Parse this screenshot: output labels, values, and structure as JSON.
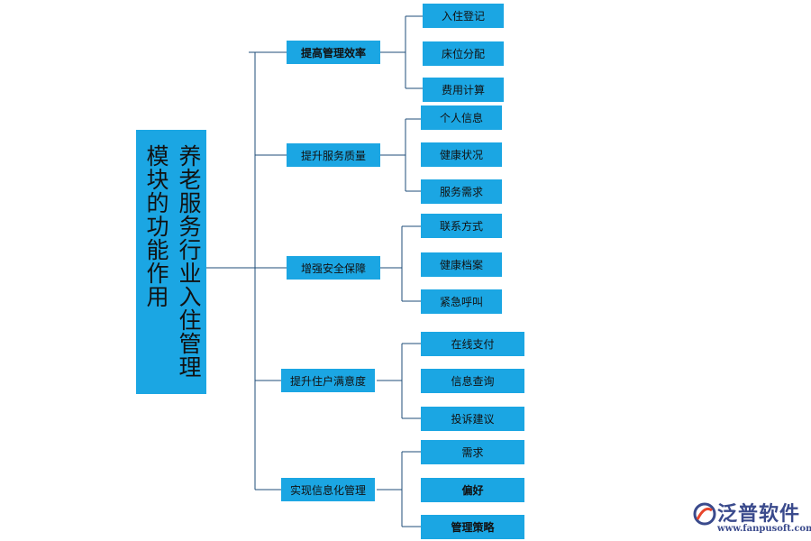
{
  "root": {
    "label": "养老服务行业入住管理模块的功能作用"
  },
  "branches": [
    {
      "label": "提高管理效率",
      "bold": true,
      "children": [
        {
          "label": "入住登记"
        },
        {
          "label": "床位分配"
        },
        {
          "label": "费用计算"
        }
      ]
    },
    {
      "label": "提升服务质量",
      "bold": false,
      "children": [
        {
          "label": "个人信息"
        },
        {
          "label": "健康状况"
        },
        {
          "label": "服务需求"
        }
      ]
    },
    {
      "label": "增强安全保障",
      "bold": false,
      "children": [
        {
          "label": "联系方式"
        },
        {
          "label": "健康档案"
        },
        {
          "label": "紧急呼叫"
        }
      ]
    },
    {
      "label": "提升住户满意度",
      "bold": false,
      "children": [
        {
          "label": "在线支付"
        },
        {
          "label": "信息查询"
        },
        {
          "label": "投诉建议"
        }
      ]
    },
    {
      "label": "实现信息化管理",
      "bold": false,
      "children": [
        {
          "label": "需求"
        },
        {
          "label": "偏好",
          "bold": true
        },
        {
          "label": "管理策略",
          "bold": true
        }
      ]
    }
  ],
  "logo": {
    "name": "泛普软件",
    "url": "www.fanpusoft.com"
  },
  "colors": {
    "box": "#1ba6e3",
    "line": "#1f4e79",
    "logo": "#3a4a8c"
  }
}
